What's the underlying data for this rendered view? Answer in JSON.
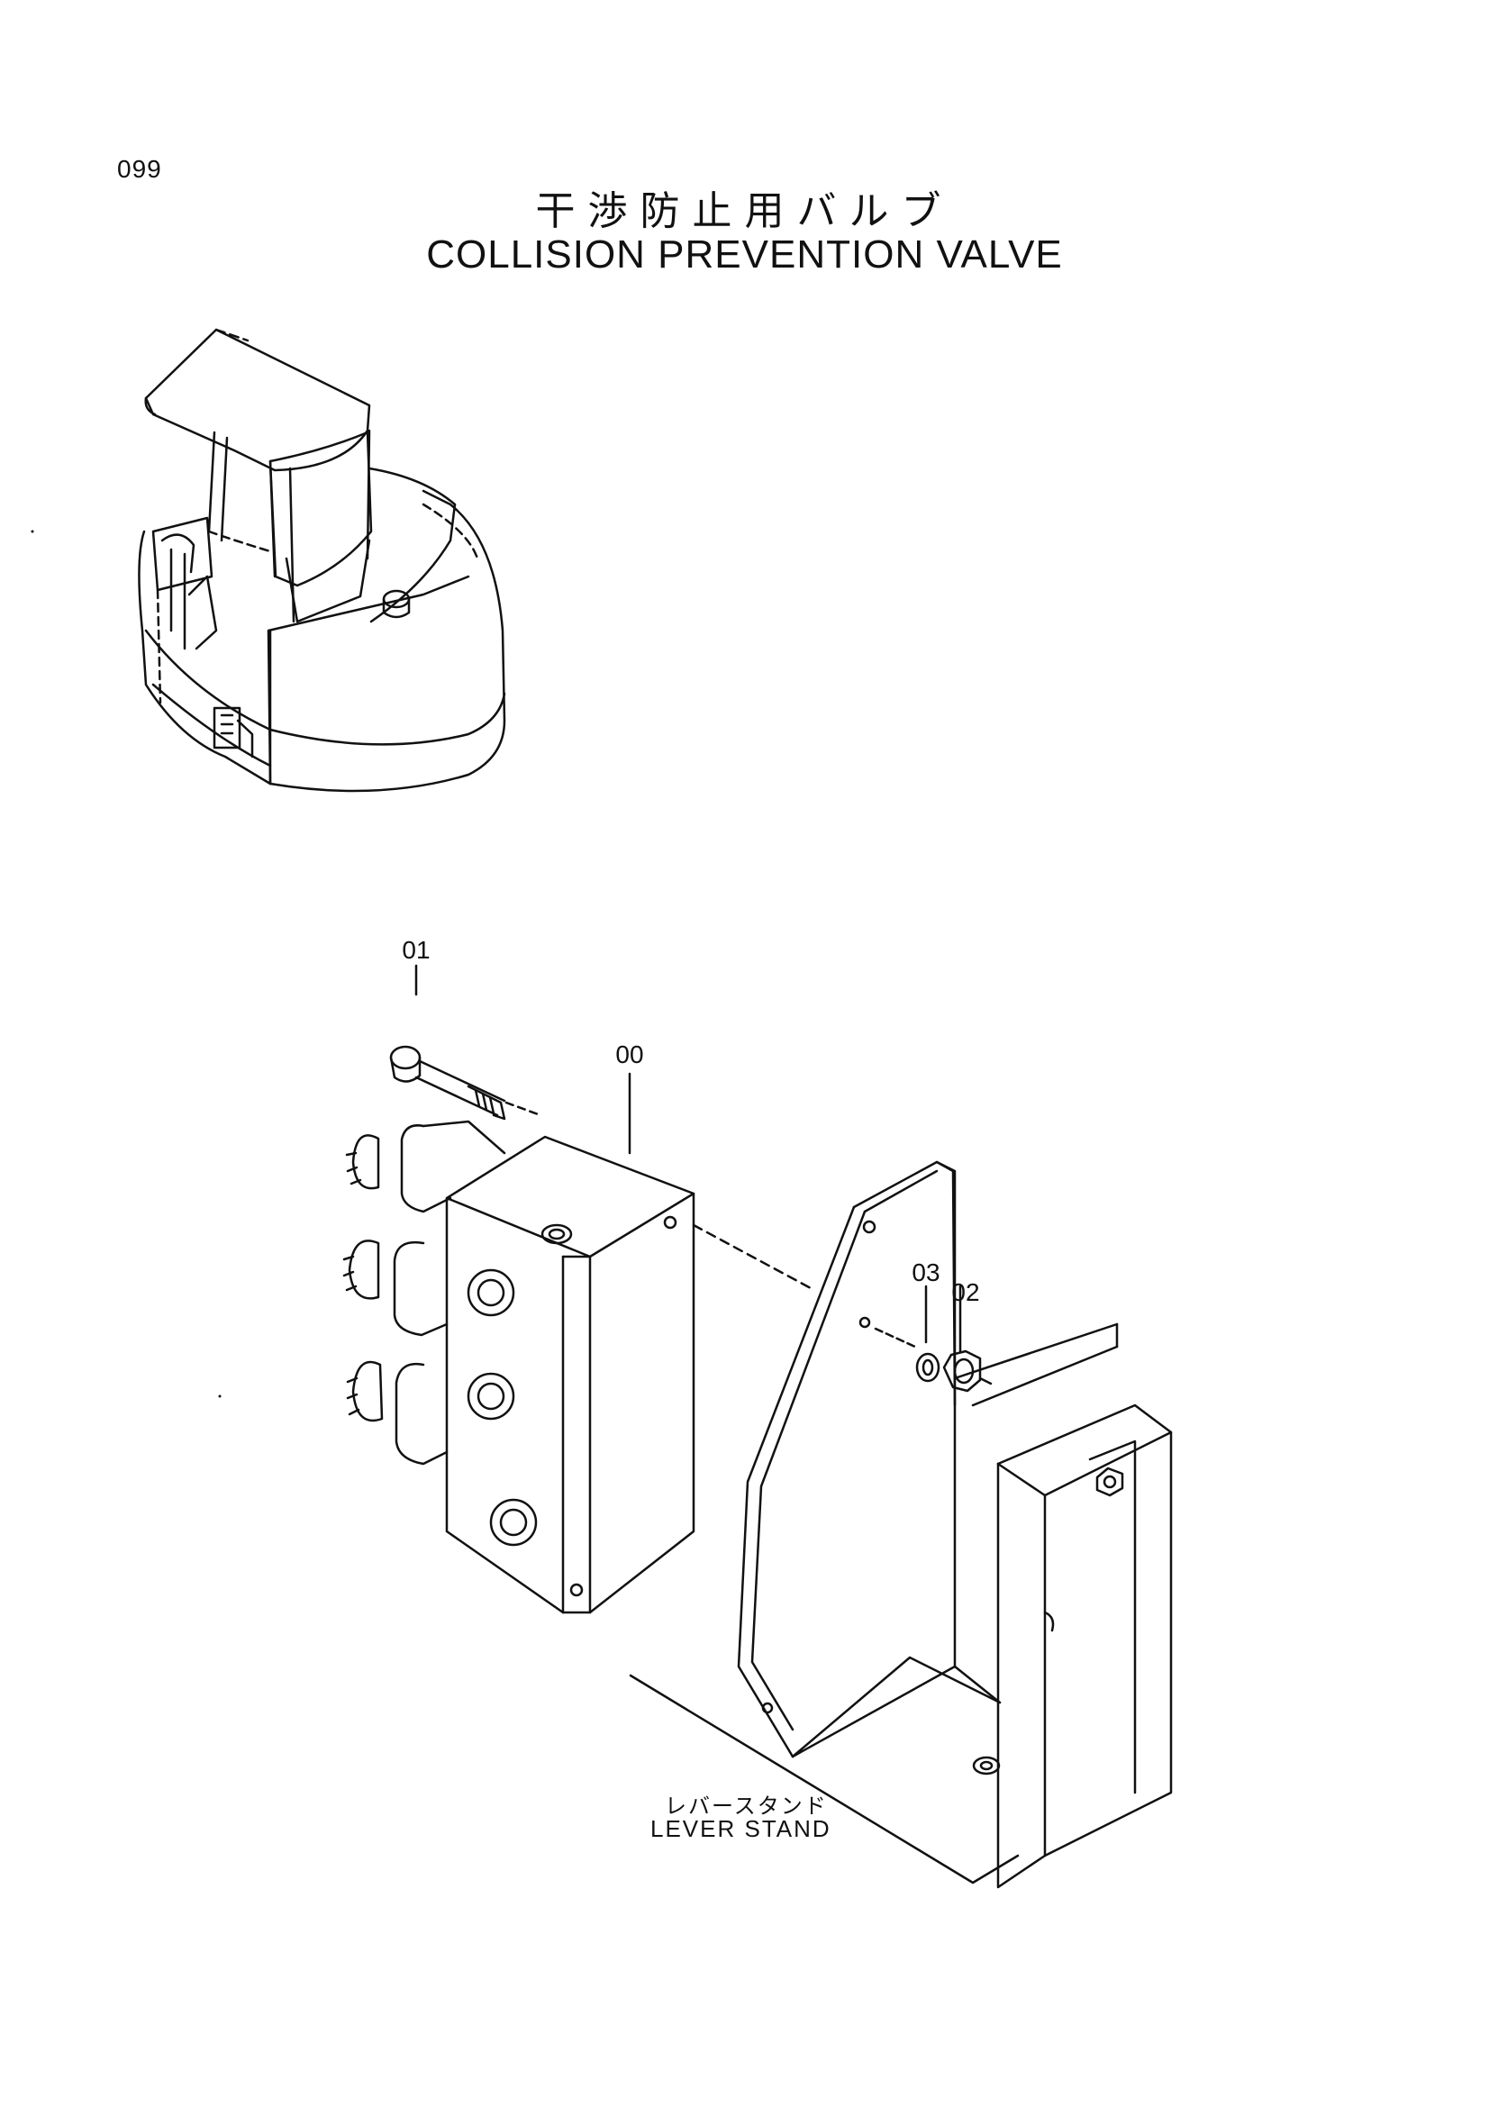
{
  "page": {
    "number": "099"
  },
  "title": {
    "japanese": "干渉防止用バルブ",
    "english": "COLLISION PREVENTION VALVE"
  },
  "callouts": {
    "valve": "00",
    "bolt": "01",
    "nut": "02",
    "washer": "03"
  },
  "lever_stand": {
    "japanese": "レバースタンド",
    "english": "LEVER STAND"
  }
}
